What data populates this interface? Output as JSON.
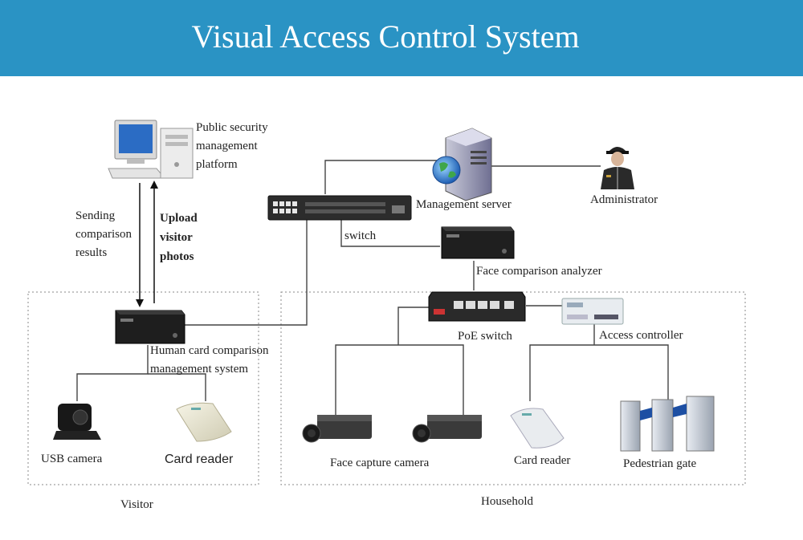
{
  "header": {
    "title": "Visual Access Control System",
    "bg_color": "#2a93c4"
  },
  "labels": {
    "public_security": [
      "Public security",
      "management",
      "platform"
    ],
    "sending": [
      "Sending",
      "comparison",
      "results"
    ],
    "upload": [
      "Upload",
      "visitor",
      "photos"
    ],
    "management_server": "Management server",
    "administrator": "Administrator",
    "switch": "switch",
    "face_analyzer": "Face comparison analyzer",
    "poe_switch": "PoE switch",
    "access_controller": "Access controller",
    "human_card": [
      "Human card comparison",
      "management system"
    ],
    "usb_camera": "USB camera",
    "card_reader_visitor": "Card reader",
    "face_capture_camera": "Face capture camera",
    "card_reader_household": "Card reader",
    "pedestrian_gate": "Pedestrian gate",
    "visitor": "Visitor",
    "household": "Household"
  },
  "icons": {
    "pc": "desktop-computer-icon",
    "server": "server-globe-icon",
    "admin": "security-guard-icon",
    "switch": "network-switch-icon",
    "analyzer": "analyzer-box-icon",
    "poe": "poe-switch-icon",
    "controller": "access-controller-icon",
    "mgmt_box": "management-box-icon",
    "usb_cam": "usb-camera-icon",
    "card_reader": "card-reader-icon",
    "face_cam": "box-camera-icon",
    "gate": "turnstile-gate-icon"
  }
}
